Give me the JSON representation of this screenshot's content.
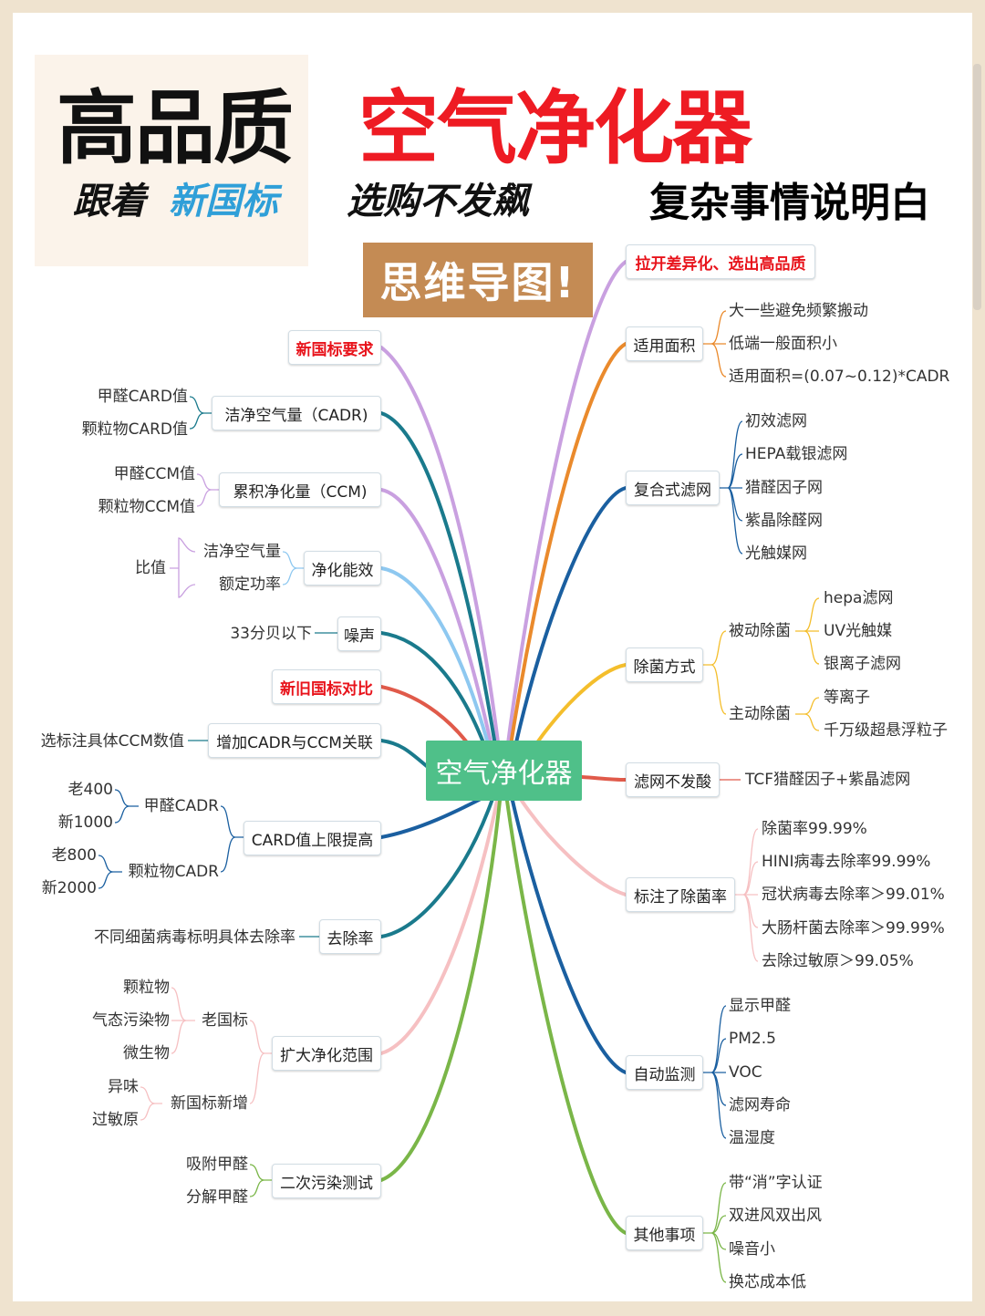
{
  "header": {
    "title_left": "高品质",
    "title_right": "空气净化器",
    "sub_part1": "跟着",
    "sub_part2": "新国标",
    "sub_part3": "选购不发飙",
    "sub_part4": "复杂事情说明白",
    "banner": "思维导图!"
  },
  "center": "空气净化器",
  "left": {
    "n1": "新国标要求",
    "n2": "洁净空气量（CADR)",
    "n2_leaves": [
      "甲醛CARD值",
      "颗粒物CARD值"
    ],
    "n3": "累积净化量（CCM)",
    "n3_leaves": [
      "甲醛CCM值",
      "颗粒物CCM值"
    ],
    "n4": "净化能效",
    "n4_sub": [
      "洁净空气量",
      "额定功率"
    ],
    "n4_leaf": "比值",
    "n5": "噪声",
    "n5_leaf": "33分贝以下",
    "n6": "新旧国标对比",
    "n7": "增加CADR与CCM关联",
    "n7_leaf": "选标注具体CCM数值",
    "n8": "CARD值上限提高",
    "n8_subs": [
      "甲醛CADR",
      "颗粒物CADR"
    ],
    "n8_leaves_a": [
      "老400",
      "新1000"
    ],
    "n8_leaves_b": [
      "老800",
      "新2000"
    ],
    "n9": "去除率",
    "n9_leaf": "不同细菌病毒标明具体去除率",
    "n10": "扩大净化范围",
    "n10_subs": [
      "老国标",
      "新国标新增"
    ],
    "n10_leaves_a": [
      "颗粒物",
      "气态污染物",
      "微生物"
    ],
    "n10_leaves_b": [
      "异味",
      "过敏原"
    ],
    "n11": "二次污染测试",
    "n11_leaves": [
      "吸附甲醛",
      "分解甲醛"
    ]
  },
  "right": {
    "r1": "拉开差异化、选出高品质",
    "r2": "适用面积",
    "r2_leaves": [
      "大一些避免频繁搬动",
      "低端一般面积小",
      "适用面积=(0.07~0.12)*CADR"
    ],
    "r3": "复合式滤网",
    "r3_leaves": [
      "初效滤网",
      "HEPA载银滤网",
      "猎醛因子网",
      "紫晶除醛网",
      "光触媒网"
    ],
    "r4": "除菌方式",
    "r4_subs": [
      "被动除菌",
      "主动除菌"
    ],
    "r4_leaves_a": [
      "hepa滤网",
      "UV光触媒",
      "银离子滤网"
    ],
    "r4_leaves_b": [
      "等离子",
      "千万级超悬浮粒子"
    ],
    "r5": "滤网不发酸",
    "r5_leaf": "TCF猎醛因子+紫晶滤网",
    "r6": "标注了除菌率",
    "r6_leaves": [
      "除菌率99.99%",
      "HINI病毒去除率99.99%",
      "冠状病毒去除率＞99.01%",
      "大肠杆菌去除率＞99.99%",
      "去除过敏原＞99.05%"
    ],
    "r7": "自动监测",
    "r7_leaves": [
      "显示甲醛",
      "PM2.5",
      "VOC",
      "滤网寿命",
      "温湿度"
    ],
    "r8": "其他事项",
    "r8_leaves": [
      "带“消”字认证",
      "双进风双出风",
      "噪音小",
      "换芯成本低"
    ]
  },
  "colors": {
    "purple": "#c9a0e0",
    "teal": "#1a7a8c",
    "lightblue": "#8ec8f0",
    "red": "#e05a4a",
    "darkblue": "#1a5fa0",
    "pink": "#f6c0c2",
    "green": "#7ab648",
    "orange": "#ea8a2c",
    "yellow": "#f4be2c",
    "center_bg": "#4fc089"
  }
}
